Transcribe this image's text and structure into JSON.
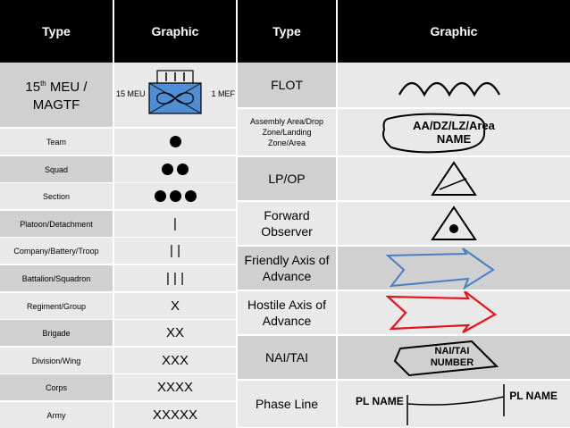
{
  "left": {
    "header_type": "Type",
    "header_graphic": "Graphic",
    "meu": {
      "type_pre": "15",
      "type_sup": "th",
      "type_line1": " MEU /",
      "type_line2": "MAGTF",
      "left_label": "15 MEU",
      "right_label": "1 MEF",
      "symbol_ticks": "| | |"
    },
    "rows": [
      {
        "type": "Team",
        "graphic": "",
        "dots": 1
      },
      {
        "type": "Squad",
        "graphic": "",
        "dots": 2
      },
      {
        "type": "Section",
        "graphic": "",
        "dots": 3
      },
      {
        "type": "Platoon/Detachment",
        "graphic": "|"
      },
      {
        "type": "Company/Battery/Troop",
        "graphic": "| |"
      },
      {
        "type": "Battalion/Squadron",
        "graphic": "| | |"
      },
      {
        "type": "Regiment/Group",
        "graphic": "X"
      },
      {
        "type": "Brigade",
        "graphic": "XX"
      },
      {
        "type": "Division/Wing",
        "graphic": "XXX"
      },
      {
        "type": "Corps",
        "graphic": "XXXX"
      },
      {
        "type": "Army",
        "graphic": "XXXXX"
      }
    ]
  },
  "right": {
    "header_type": "Type",
    "header_graphic": "Graphic",
    "rows": [
      {
        "type": "FLOT"
      },
      {
        "type": "Assembly Area/Drop Zone/Landing Zone/Area",
        "graphic_line1": "AA/DZ/LZ/Area",
        "graphic_line2": "NAME"
      },
      {
        "type": "LP/OP"
      },
      {
        "type": "Forward Observer"
      },
      {
        "type": "Friendly Axis of Advance"
      },
      {
        "type": "Hostile Axis of Advance"
      },
      {
        "type": "NAI/TAI",
        "graphic_line1": "NAI/TAI",
        "graphic_line2": "NUMBER"
      },
      {
        "type": "Phase Line",
        "graphic_left": "PL NAME",
        "graphic_right": "PL NAME"
      }
    ]
  },
  "colors": {
    "header_bg": "#000000",
    "row_dark": "#d0d0d0",
    "row_light": "#e9e9e9",
    "friendly_arrow": "#4a7fc1",
    "hostile_arrow": "#e8141b",
    "meu_box_fill": "#4f8ed4"
  }
}
